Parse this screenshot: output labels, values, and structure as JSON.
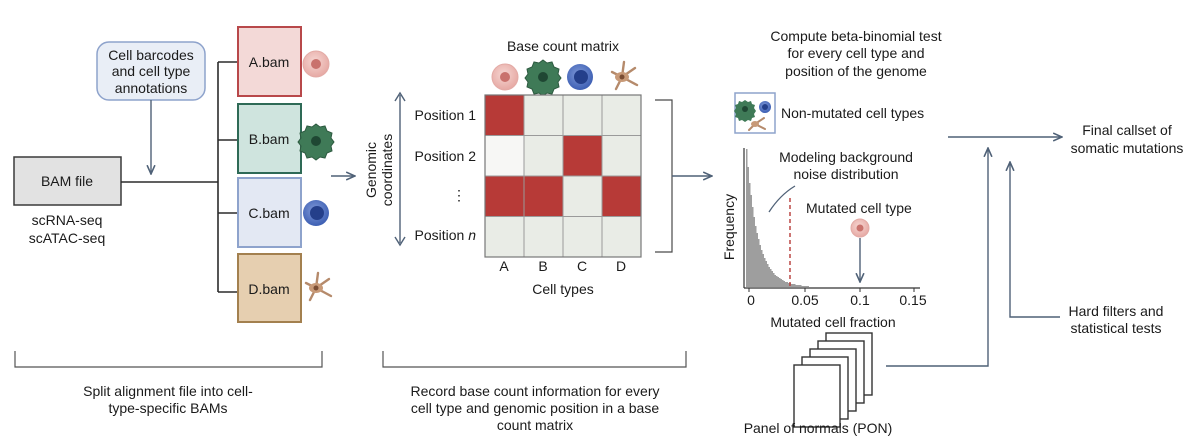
{
  "input": {
    "bam_file": "BAM file",
    "assay_1": "scRNA-seq",
    "assay_2": "scATAC-seq",
    "annotation_line1": "Cell barcodes",
    "annotation_line2": "and cell type",
    "annotation_line3": "annotations"
  },
  "bams": [
    {
      "label": "A.bam",
      "fill": "#f3d9d7",
      "stroke": "#b8484a"
    },
    {
      "label": "B.bam",
      "fill": "#cfe4de",
      "stroke": "#2e6a56"
    },
    {
      "label": "C.bam",
      "fill": "#e3e8f3",
      "stroke": "#8ea3cc"
    },
    {
      "label": "D.bam",
      "fill": "#e6cfb0",
      "stroke": "#a3804f"
    }
  ],
  "matrix": {
    "title": "Base count matrix",
    "axis_label_1": "Genomic",
    "axis_label_2": "coordinates",
    "rows": [
      {
        "label": "Position 1",
        "cells": [
          1,
          0,
          0,
          0
        ]
      },
      {
        "label": "Position 2",
        "cells": [
          0,
          0,
          1,
          0
        ]
      },
      {
        "label": "⋮",
        "cells": [
          1,
          1,
          0,
          1
        ]
      },
      {
        "label": "Position ",
        "label_italic": "n",
        "cells": [
          0,
          0,
          0,
          0
        ]
      }
    ],
    "columns": [
      "A",
      "B",
      "C",
      "D"
    ],
    "x_label": "Cell types",
    "colors": {
      "filled": "#b73a37",
      "empty": "#e9ece6",
      "first_empty": "#f7f7f5"
    }
  },
  "test": {
    "title_line1": "Compute beta-binomial test",
    "title_line2": "for every cell type and",
    "title_line3": "position of the genome",
    "non_mutated": "Non-mutated cell types",
    "modeling_line1": "Modeling background",
    "modeling_line2": "noise distribution",
    "mutated": "Mutated cell type",
    "ylabel": "Frequency",
    "xlabel": "Mutated cell fraction",
    "ticks": [
      "0",
      "0.05",
      "0.1",
      "0.15"
    ],
    "pon": "Panel of normals (PON)"
  },
  "output": {
    "line1": "Final callset of",
    "line2": "somatic mutations",
    "filters_line1": "Hard filters and",
    "filters_line2": "statistical tests"
  },
  "captions": {
    "split_line1": "Split alignment file into cell-",
    "split_line2": "type-specific BAMs",
    "record_line1": "Record base count information for every",
    "record_line2": "cell type and genomic position in a base",
    "record_line3": "count matrix"
  }
}
